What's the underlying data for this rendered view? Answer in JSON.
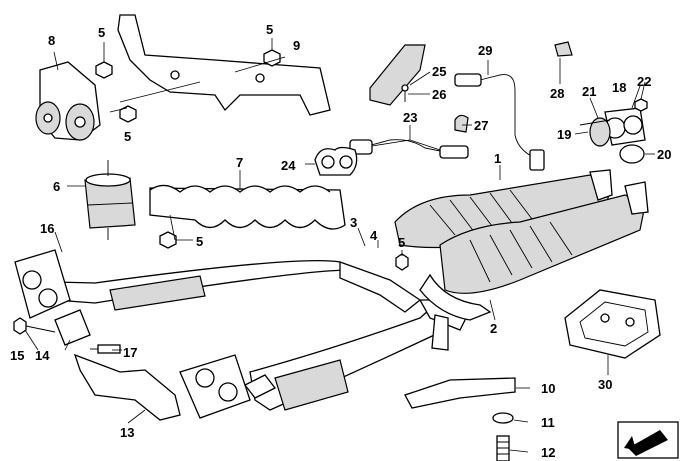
{
  "callouts": [
    {
      "id": "c1",
      "label": "1"
    },
    {
      "id": "c2",
      "label": "2"
    },
    {
      "id": "c3",
      "label": "3"
    },
    {
      "id": "c4",
      "label": "4"
    },
    {
      "id": "c5a",
      "label": "5"
    },
    {
      "id": "c5b",
      "label": "5"
    },
    {
      "id": "c5c",
      "label": "5"
    },
    {
      "id": "c5d",
      "label": "5"
    },
    {
      "id": "c5e",
      "label": "5"
    },
    {
      "id": "c6",
      "label": "6"
    },
    {
      "id": "c7",
      "label": "7"
    },
    {
      "id": "c8",
      "label": "8"
    },
    {
      "id": "c9",
      "label": "9"
    },
    {
      "id": "c10",
      "label": "10"
    },
    {
      "id": "c11",
      "label": "11"
    },
    {
      "id": "c12",
      "label": "12"
    },
    {
      "id": "c13",
      "label": "13"
    },
    {
      "id": "c14",
      "label": "14"
    },
    {
      "id": "c15",
      "label": "15"
    },
    {
      "id": "c16",
      "label": "16"
    },
    {
      "id": "c17",
      "label": "17"
    },
    {
      "id": "c18",
      "label": "18"
    },
    {
      "id": "c19",
      "label": "19"
    },
    {
      "id": "c20",
      "label": "20"
    },
    {
      "id": "c21",
      "label": "21"
    },
    {
      "id": "c22",
      "label": "22"
    },
    {
      "id": "c23",
      "label": "23"
    },
    {
      "id": "c24",
      "label": "24"
    },
    {
      "id": "c25",
      "label": "25"
    },
    {
      "id": "c26",
      "label": "26"
    },
    {
      "id": "c27",
      "label": "27"
    },
    {
      "id": "c28",
      "label": "28"
    },
    {
      "id": "c29",
      "label": "29"
    },
    {
      "id": "c30",
      "label": "30"
    }
  ],
  "colors": {
    "line": "#000000",
    "background": "#ffffff",
    "shade": "#d9d9d9",
    "dark": "#9a9a9a"
  }
}
